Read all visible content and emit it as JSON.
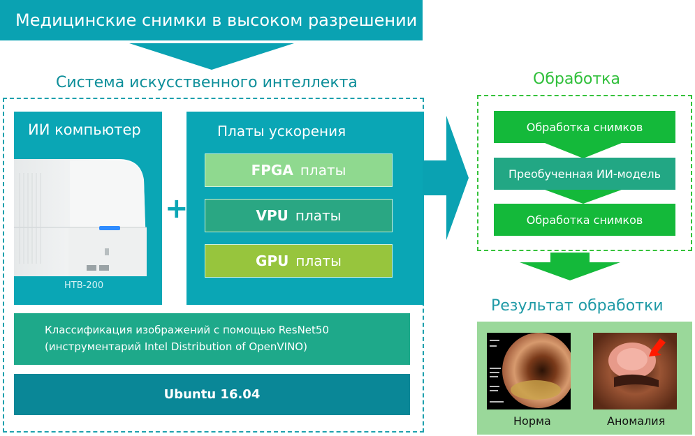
{
  "banner": {
    "text": "Медицинские снимки в высоком разрешении"
  },
  "ai_system": {
    "title": "Система искусственного интеллекта",
    "computer": {
      "title": "ИИ компьютер",
      "model": "HTB-200"
    },
    "plus": "+",
    "boards": {
      "title": "Платы ускорения",
      "items": [
        {
          "name": "FPGA",
          "suffix": "платы",
          "color": "#8fd98f"
        },
        {
          "name": "VPU",
          "suffix": "платы",
          "color": "#2aa783"
        },
        {
          "name": "GPU",
          "suffix": "платы",
          "color": "#97c53d"
        }
      ]
    },
    "classification": {
      "line1": "Классификация изображений с помощью ResNet50",
      "line2": "(инструментарий Intel Distribution of OpenVINO)"
    },
    "os": "Ubuntu 16.04"
  },
  "processing": {
    "title": "Обработка",
    "steps": [
      "Обработка снимков",
      "Преобученная ИИ-модель",
      "Обработка снимков"
    ]
  },
  "result": {
    "title": "Результат обработки",
    "normal": "Норма",
    "anomaly": "Аномалия"
  },
  "colors": {
    "teal": "#0aa6b5",
    "green": "#14b93a",
    "result_bg": "#9ad89a"
  }
}
